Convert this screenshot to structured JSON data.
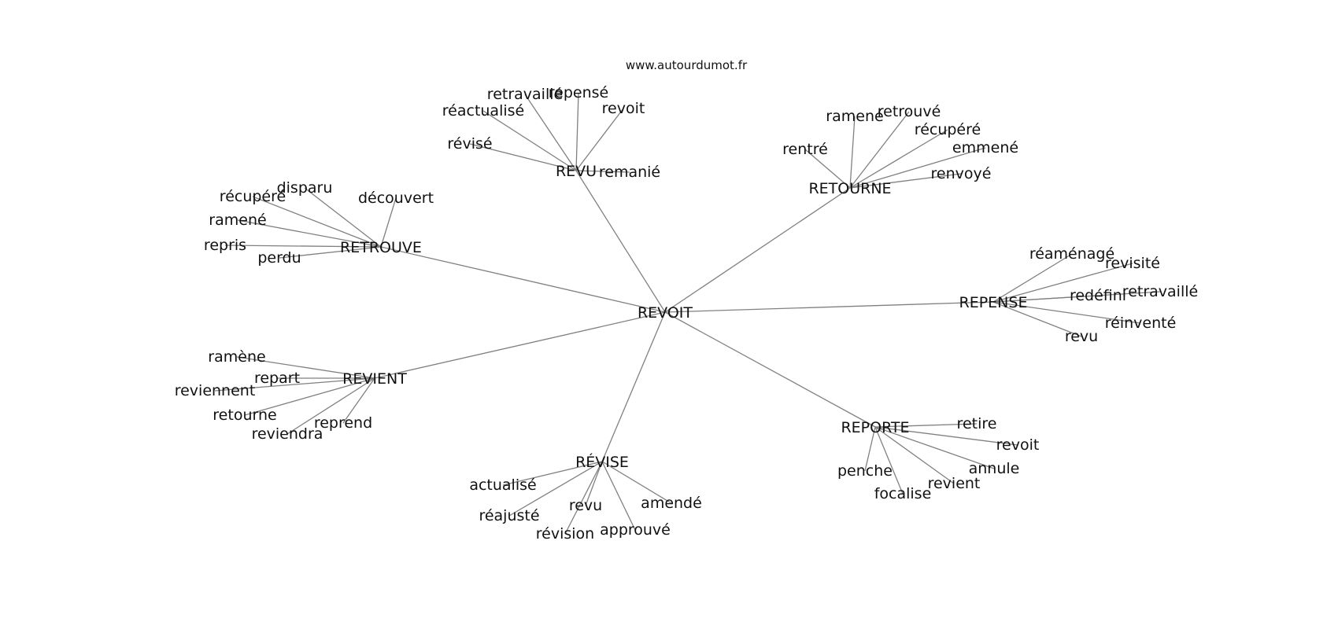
{
  "site": "www.autourdumot.fr",
  "root": "REVOIT",
  "hubs": [
    {
      "label": "REVU",
      "leaves": [
        "retravaillé",
        "repensé",
        "réactualisé",
        "revoit",
        "révisé",
        "remanié"
      ]
    },
    {
      "label": "RETOURNE",
      "leaves": [
        "ramené",
        "retrouvé",
        "récupéré",
        "rentré",
        "emmené",
        "renvoyé"
      ]
    },
    {
      "label": "RETROUVE",
      "leaves": [
        "disparu",
        "récupéré",
        "découvert",
        "ramené",
        "repris",
        "perdu"
      ]
    },
    {
      "label": "REPENSE",
      "leaves": [
        "réaménagé",
        "revisité",
        "redéfini",
        "retravaillé",
        "réinventé",
        "revu"
      ]
    },
    {
      "label": "REVIENT",
      "leaves": [
        "ramène",
        "repart",
        "reviennent",
        "retourne",
        "reprend",
        "reviendra"
      ]
    },
    {
      "label": "REPORTE",
      "leaves": [
        "retire",
        "revoit",
        "annule",
        "penche",
        "revient",
        "focalise"
      ]
    },
    {
      "label": "RÉVISE",
      "leaves": [
        "actualisé",
        "amendé",
        "réajusté",
        "revu",
        "approuvé",
        "révision"
      ]
    }
  ]
}
